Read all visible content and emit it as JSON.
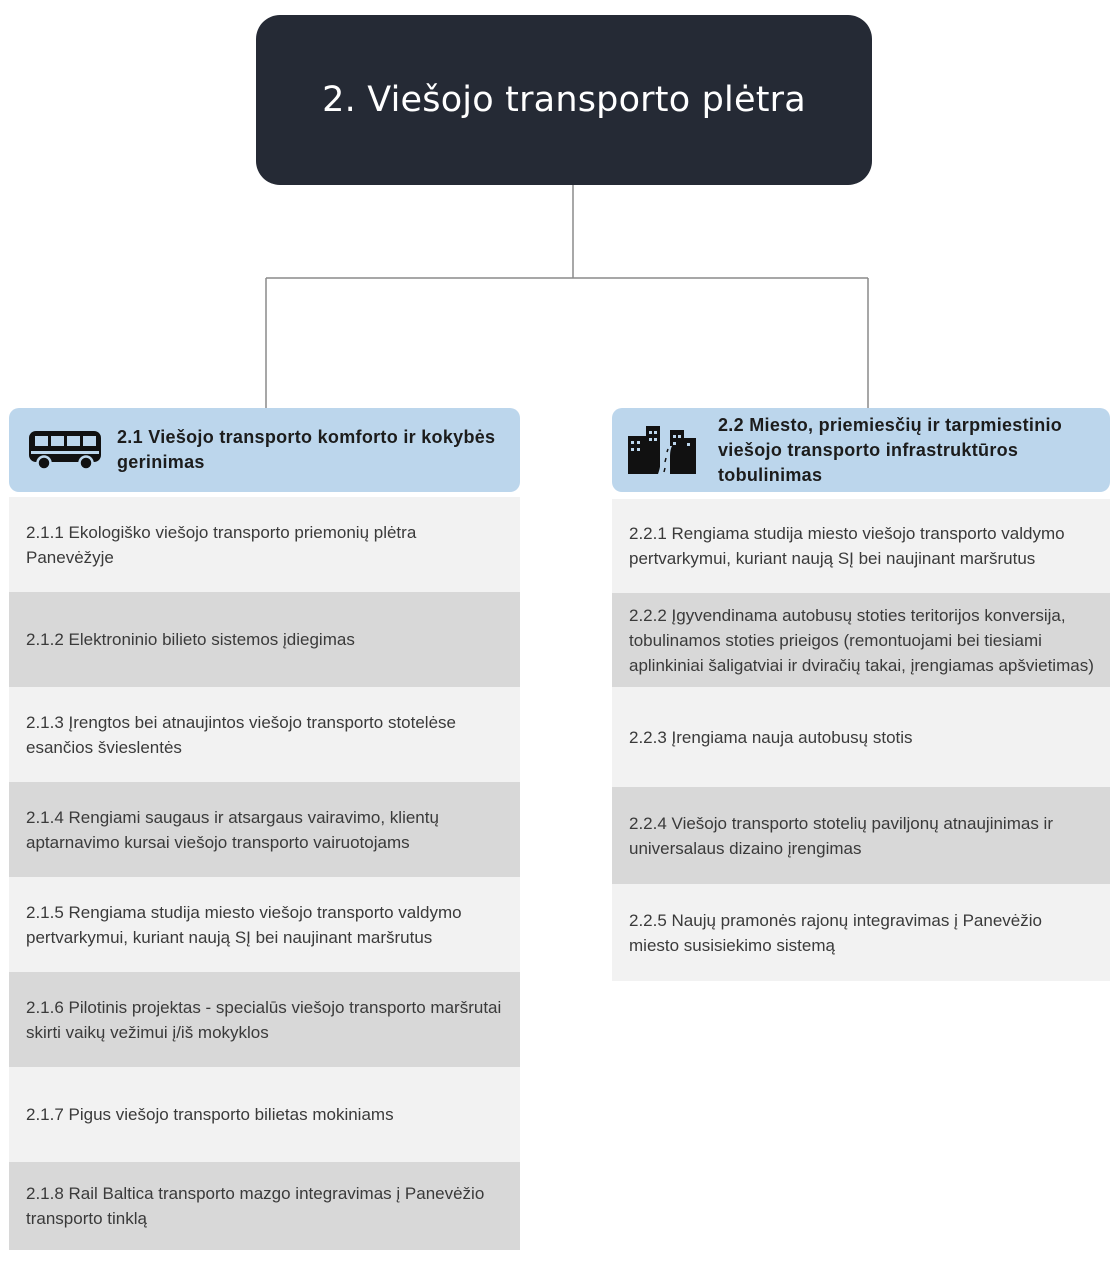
{
  "root": {
    "title": "2. Viešojo transporto plėtra"
  },
  "branches": [
    {
      "heading": "2.1 Viešojo transporto komforto ir kokybės gerinimas",
      "icon": "bus-icon",
      "items": [
        "2.1.1 Ekologiško viešojo transporto priemonių plėtra Panevėžyje",
        "2.1.2 Elektroninio bilieto sistemos įdiegimas",
        "2.1.3 Įrengtos bei atnaujintos viešojo transporto stotelėse esančios švieslentės",
        "2.1.4 Rengiami saugaus ir atsargaus vairavimo, klientų aptarnavimo kursai viešojo transporto vairuotojams",
        "2.1.5 Rengiama studija miesto viešojo transporto valdymo pertvarkymui, kuriant naują SĮ bei naujinant maršrutus",
        "2.1.6 Pilotinis projektas - specialūs viešojo transporto maršrutai skirti vaikų vežimui į/iš mokyklos",
        "2.1.7 Pigus viešojo transporto bilietas mokiniams",
        "2.1.8 Rail Baltica transporto mazgo integravimas į Panevėžio transporto tinklą"
      ]
    },
    {
      "heading": "2.2 Miesto, priemiesčių ir tarpmiestinio viešojo transporto infrastruktūros tobulinimas",
      "icon": "city-road-icon",
      "items": [
        "2.2.1 Rengiama studija miesto viešojo transporto valdymo pertvarkymui, kuriant naują SĮ bei naujinant maršrutus",
        "2.2.2 Įgyvendinama autobusų stoties teritorijos konversija, tobulinamos stoties prieigos (remontuojami bei tiesiami aplinkiniai šaligatviai ir dviračių takai, įrengiamas apšvietimas)",
        "2.2.3 Įrengiama nauja autobusų stotis",
        "2.2.4 Viešojo transporto stotelių paviljonų atnaujinimas ir universalaus dizaino įrengimas",
        "2.2.5 Naujų pramonės rajonų integravimas į Panevėžio miesto susisiekimo sistemą"
      ]
    }
  ],
  "colors": {
    "root_bg": "#252a35",
    "heading_bg": "#bcd6ec",
    "item_light": "#f2f2f2",
    "item_dark": "#d8d8d8",
    "connector": "#8a8a8a"
  }
}
